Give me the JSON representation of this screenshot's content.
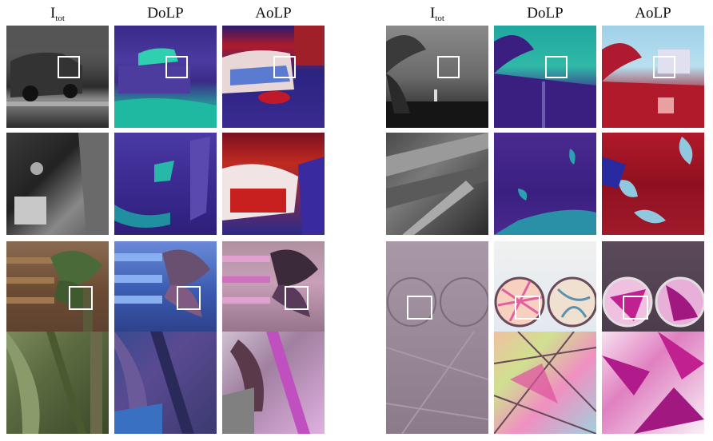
{
  "headers": {
    "itot_base": "I",
    "itot_sub": "tot",
    "dolp": "DoLP",
    "aolp": "AoLP"
  },
  "panels": [
    {
      "name": "left-panel"
    },
    {
      "name": "right-panel"
    }
  ]
}
